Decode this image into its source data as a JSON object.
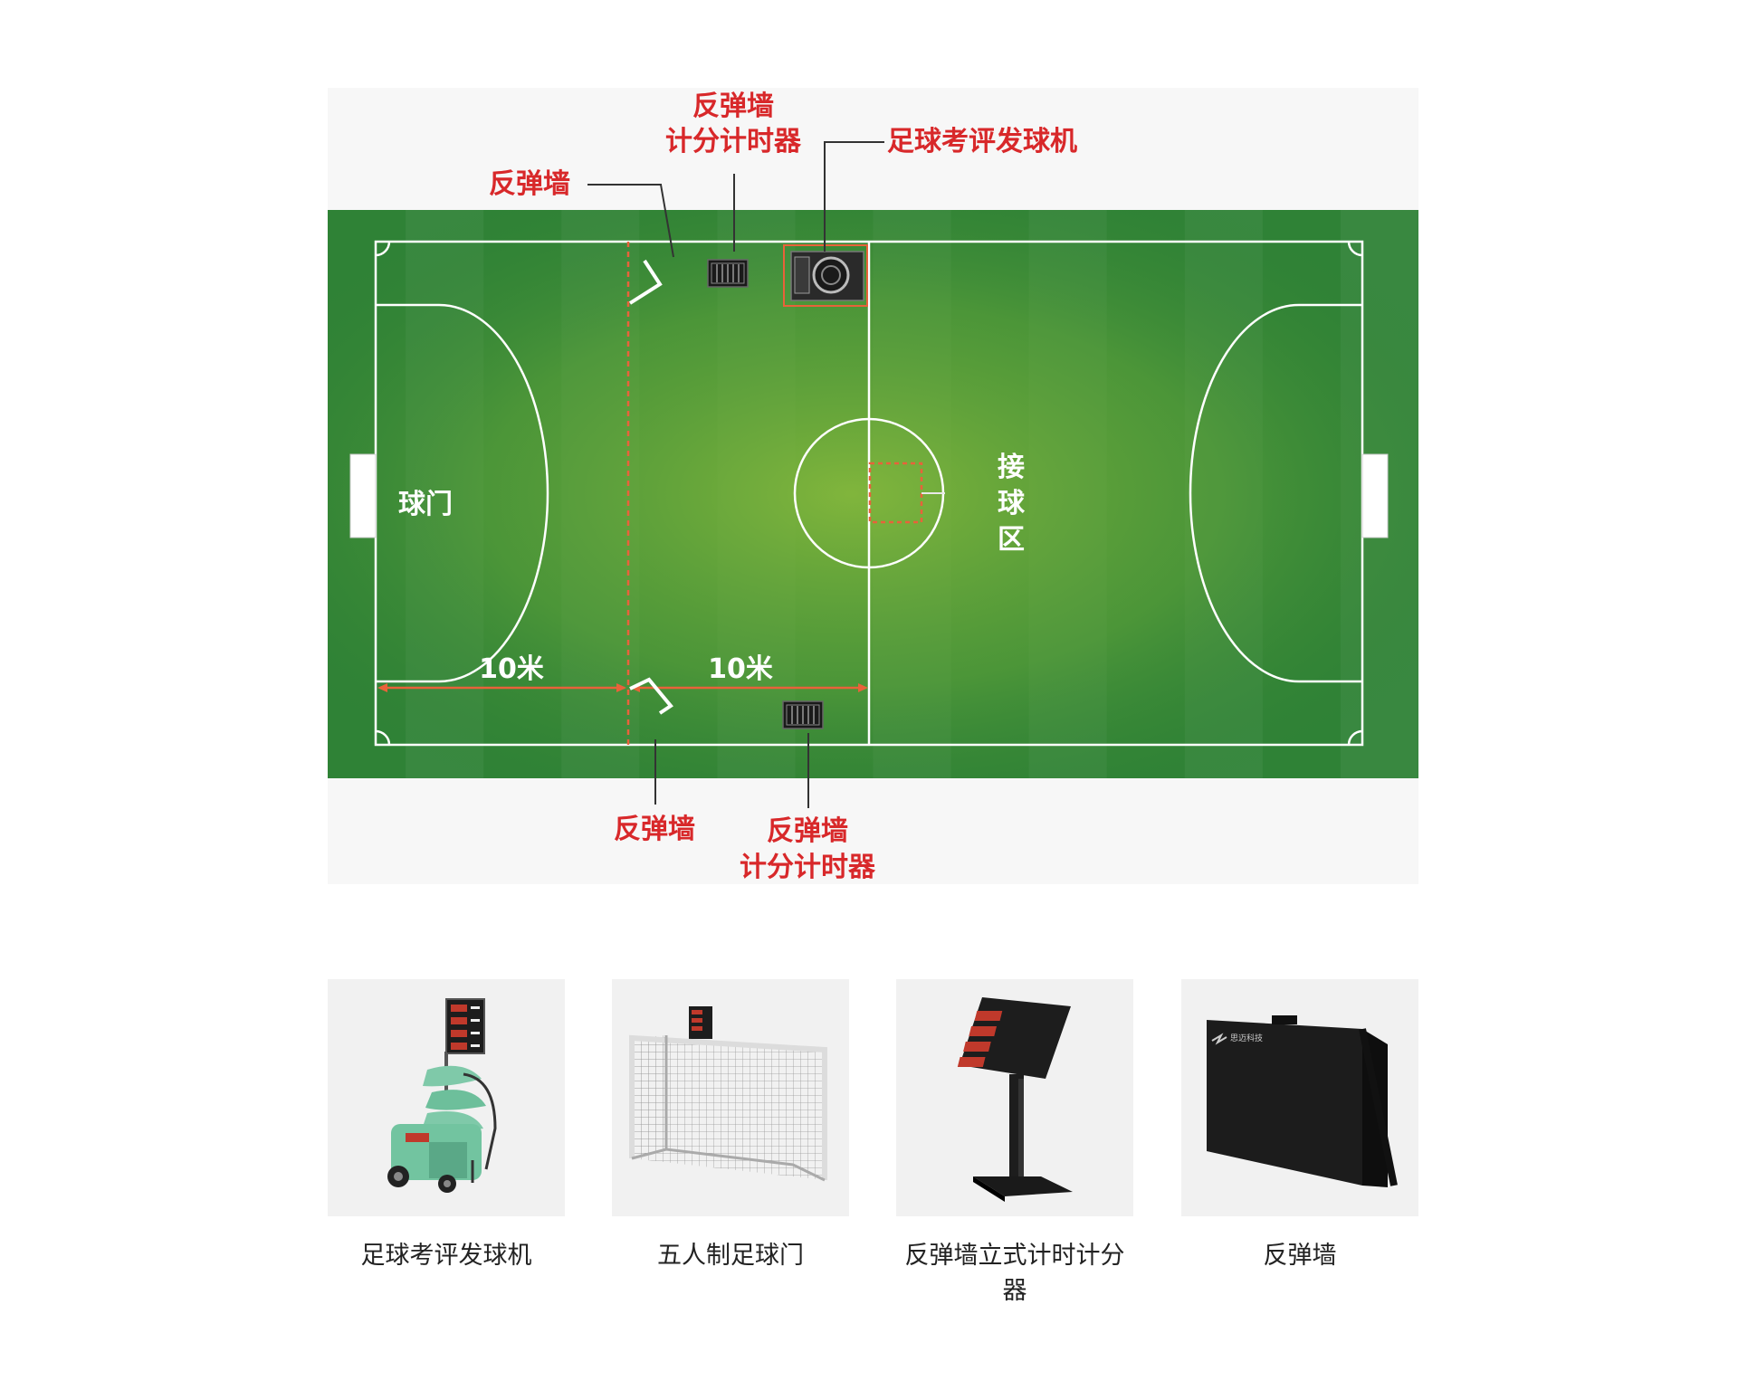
{
  "diagram": {
    "labels": {
      "rebound_wall_top_left": "反弹墙",
      "scoreboard_top_line1": "反弹墙",
      "scoreboard_top_line2": "计分计时器",
      "ball_machine_top": "足球考评发球机",
      "goal": "球门",
      "receive_zone_1": "接",
      "receive_zone_2": "球",
      "receive_zone_3": "区",
      "distance_left": "10米",
      "distance_right": "10米",
      "rebound_wall_bottom": "反弹墙",
      "scoreboard_bottom_line1": "反弹墙",
      "scoreboard_bottom_line2": "计分计时器"
    },
    "colors": {
      "field_green": "#3e8f38",
      "field_light": "#7db23b",
      "accent_red": "#d8282a",
      "line_white": "#ffffff"
    }
  },
  "products": [
    {
      "icon": "ball-launcher-machine-icon",
      "caption": "足球考评发球机"
    },
    {
      "icon": "futsal-goal-icon",
      "caption": "五人制足球门"
    },
    {
      "icon": "standing-timer-scoreboard-icon",
      "caption": "反弹墙立式计时计分器"
    },
    {
      "icon": "rebound-wall-icon",
      "caption": "反弹墙"
    }
  ],
  "brand_text": "思迈科技"
}
